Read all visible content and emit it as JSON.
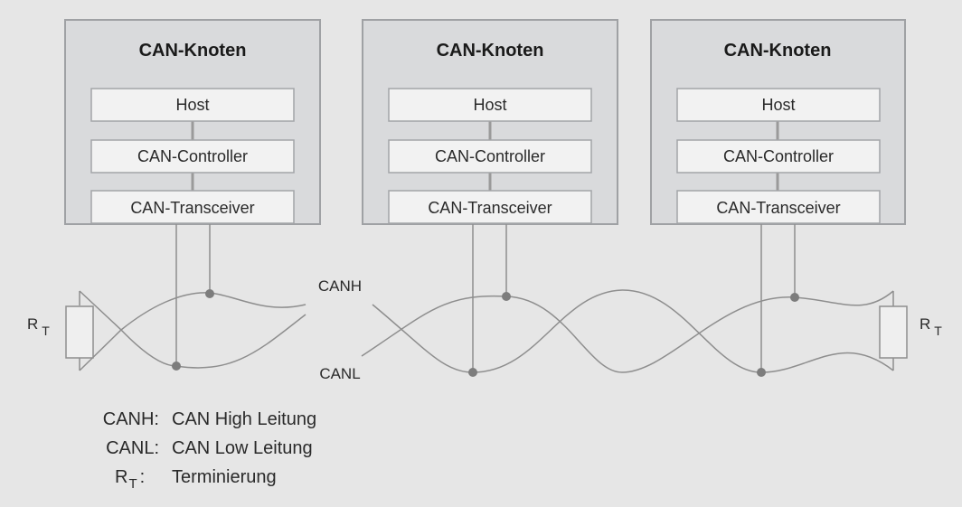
{
  "nodes": [
    {
      "title": "CAN-Knoten",
      "layers": [
        "Host",
        "CAN-Controller",
        "CAN-Transceiver"
      ]
    },
    {
      "title": "CAN-Knoten",
      "layers": [
        "Host",
        "CAN-Controller",
        "CAN-Transceiver"
      ]
    },
    {
      "title": "CAN-Knoten",
      "layers": [
        "Host",
        "CAN-Controller",
        "CAN-Transceiver"
      ]
    }
  ],
  "bus": {
    "high_label": "CANH",
    "low_label": "CANL"
  },
  "terminator": {
    "symbol": "R",
    "subscript": "T"
  },
  "legend": [
    {
      "term": "CANH:",
      "desc": "CAN High Leitung"
    },
    {
      "term": "CANL:",
      "desc": "CAN Low Leitung"
    },
    {
      "term": "R",
      "term_sub": "T",
      "term_suffix": ":",
      "desc": "Terminierung"
    }
  ],
  "colors": {
    "background": "#e6e6e6",
    "node_fill": "#d9dadc",
    "node_border": "#9fa1a4",
    "layer_fill": "#f2f2f2",
    "wire": "#8e8e8e",
    "dot": "#7d7d7d"
  }
}
